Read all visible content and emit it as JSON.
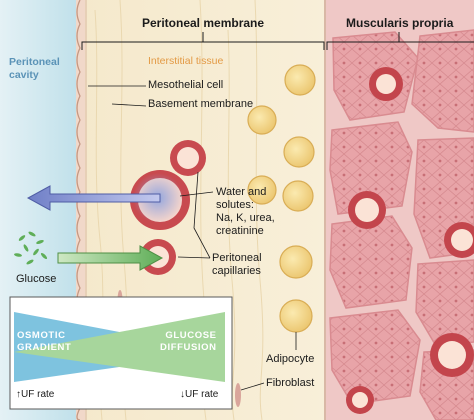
{
  "headers": {
    "peritoneal_membrane": "Peritoneal membrane",
    "muscularis_propria": "Muscularis propria"
  },
  "regions": {
    "peritoneal_cavity": "Peritoneal\ncavity",
    "interstitial_tissue": "Interstitial tissue"
  },
  "labels": {
    "mesothelial_cell": "Mesothelial cell",
    "basement_membrane": "Basement membrane",
    "water_solutes": "Water and\nsolutes:\nNa, K, urea,\ncreatinine",
    "peritoneal_capillaries": "Peritoneal\ncapillaries",
    "glucose": "Glucose",
    "adipocyte": "Adipocyte",
    "fibroblast": "Fibroblast"
  },
  "inset": {
    "osmotic_gradient": "OSMOTIC\nGRADIENT",
    "glucose_diffusion": "GLUCOSE\nDIFFUSION",
    "uf_rate_up": "UF rate",
    "uf_rate_down": "UF rate",
    "up_arrow": "↑",
    "down_arrow": "↓"
  },
  "colors": {
    "cavity_blue": "#c8e4ee",
    "interstitial": "#f7eed5",
    "muscle": "#e8a2a6",
    "osmotic_blue": "#7ec3df",
    "glucose_green": "#a7d69c",
    "capillary_red": "#c84a4f"
  }
}
